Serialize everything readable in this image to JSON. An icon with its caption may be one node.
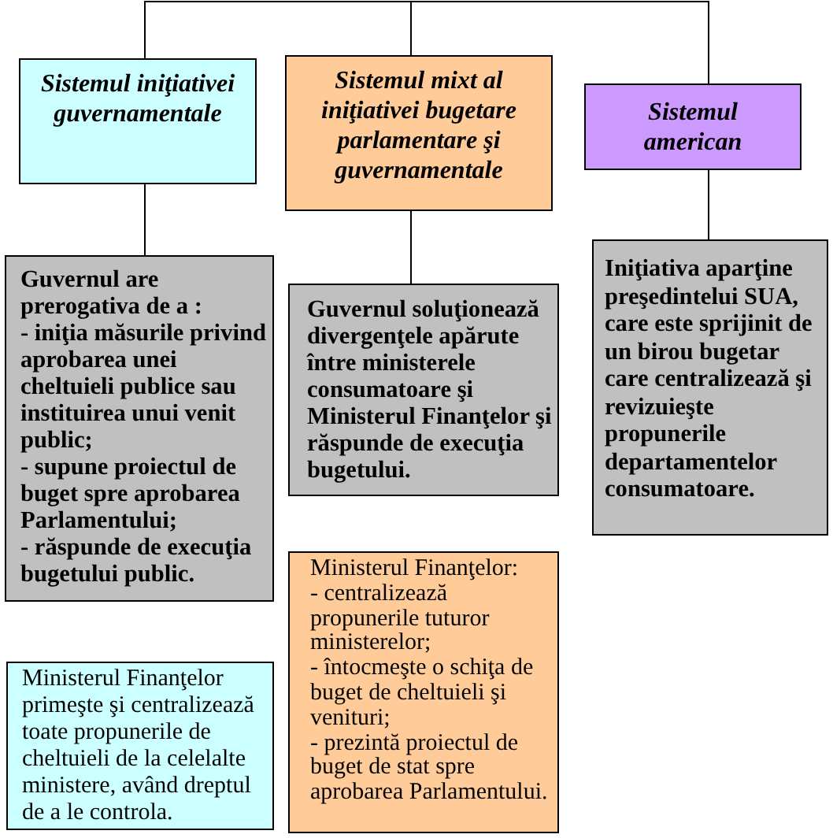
{
  "diagram": {
    "nodes": [
      {
        "text": [
          "Sistemul iniţiativei guvernamentale"
        ]
      },
      {
        "text": [
          "Sistemul mixt al iniţiativei bugetare parlamentare şi guvernamentale"
        ]
      },
      {
        "text": [
          "Sistemul american"
        ]
      },
      {
        "text": [
          "Guvernul are prerogativa de a :",
          "- iniţia măsurile privind aprobarea unei cheltuieli publice sau instituirea unui venit public;",
          "- supune proiectul de buget spre aprobarea Parlamentului;",
          "- răspunde de execuţia bugetului public."
        ]
      },
      {
        "text": [
          "Guvernul soluţionează divergenţele apărute între ministerele consumatoare şi Ministerul Finanţelor şi răspunde de execuţia bugetului."
        ]
      },
      {
        "text": [
          "Iniţiativa aparţine preşedintelui SUA, care este sprijinit de un birou bugetar care centralizează şi revizuieşte propunerile departamentelor consumatoare."
        ]
      },
      {
        "text": [
          "Ministerul Finanţelor primeşte şi centralizează toate propunerile de cheltuieli de la celelalte ministere, având dreptul de a le controla."
        ]
      },
      {
        "text": [
          "Ministerul Finanţelor:",
          "- centralizează propunerile tuturor ministerelor;",
          "- întocmeşte o schiţa de buget de cheltuieli şi venituri;",
          "- prezintă proiectul de buget de stat spre aprobarea Parlamentului."
        ]
      }
    ],
    "edges": [
      {
        "from": null,
        "to": 0,
        "arrow": "none"
      },
      {
        "from": null,
        "to": 1,
        "arrow": "none"
      },
      {
        "from": null,
        "to": 2,
        "arrow": "none"
      },
      {
        "from": 0,
        "to": 3,
        "arrow": "none"
      },
      {
        "from": 1,
        "to": 4,
        "arrow": "none"
      },
      {
        "from": 2,
        "to": 5,
        "arrow": "none"
      }
    ]
  }
}
